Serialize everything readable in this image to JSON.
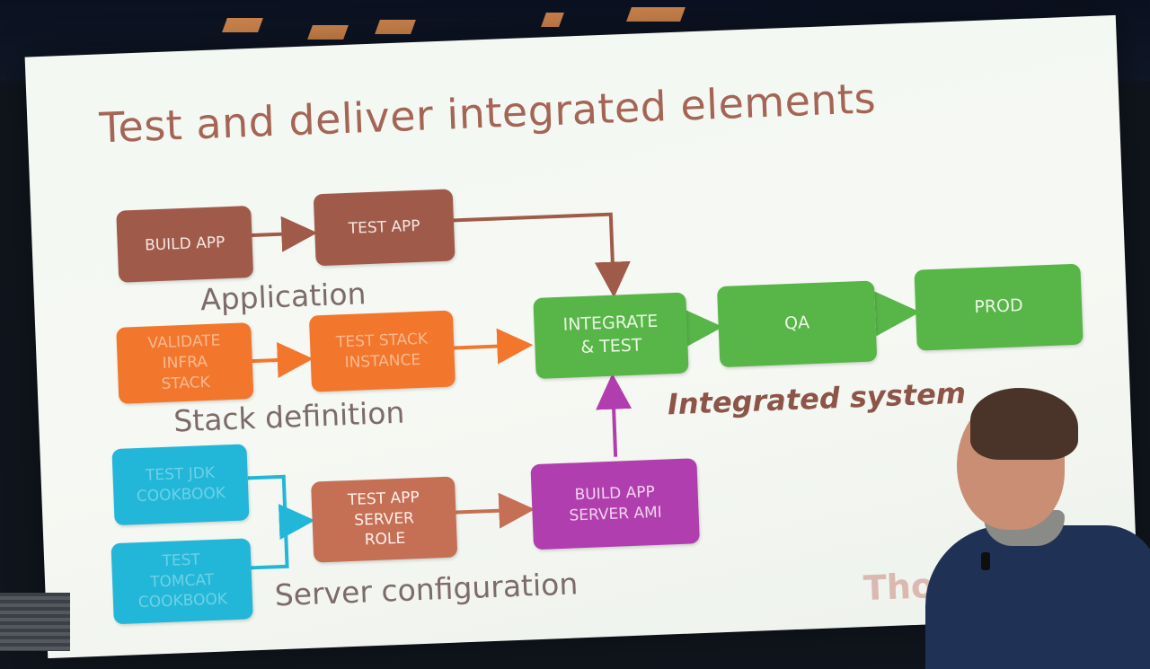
{
  "slide": {
    "title": "Test and deliver integrated elements",
    "boxes": {
      "build_app": "BUILD APP",
      "test_app": "TEST  APP",
      "validate_infra_stack": "VALIDATE\nINFRA\nSTACK",
      "test_stack_instance": "TEST STACK\nINSTANCE",
      "integrate_test": "INTEGRATE\n& TEST",
      "qa": "QA",
      "prod": "PROD",
      "test_jdk_cookbook": "TEST JDK\nCOOKBOOK",
      "test_tomcat_cookbook": "TEST\nTOMCAT\nCOOKBOOK",
      "test_app_server_role": "TEST APP\nSERVER\nROLE",
      "build_app_server_ami": "BUILD APP\nSERVER AMI"
    },
    "labels": {
      "application": "Application",
      "stack_definition": "Stack definition",
      "server_configuration": "Server configuration",
      "integrated_system": "Integrated system"
    },
    "logo_text": "Thou"
  },
  "colors": {
    "application": "#a05a4a",
    "stack": "#f2772c",
    "integrated": "#58b548",
    "cookbook": "#22b7d8",
    "role": "#c56f55",
    "ami": "#b13eae"
  }
}
